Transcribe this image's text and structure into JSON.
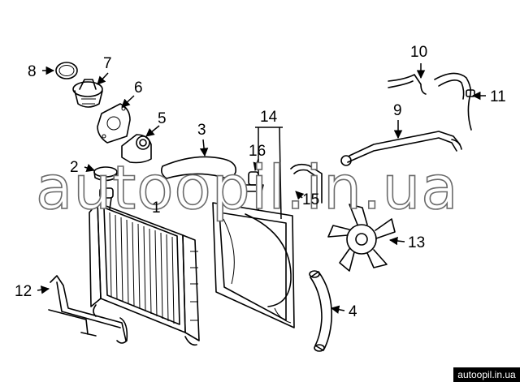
{
  "diagram": {
    "watermark": "autoopil.in.ua",
    "site_badge": "autoopil.in.ua",
    "callouts": {
      "c1": "1",
      "c2": "2",
      "c3": "3",
      "c4": "4",
      "c5": "5",
      "c6": "6",
      "c7": "7",
      "c8": "8",
      "c9": "9",
      "c10": "10",
      "c11": "11",
      "c12": "12",
      "c13": "13",
      "c14": "14",
      "c15": "15",
      "c16": "16"
    }
  }
}
